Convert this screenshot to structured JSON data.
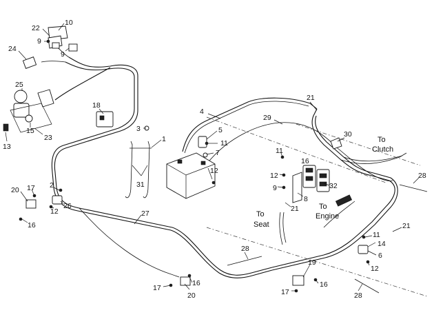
{
  "callouts": [
    {
      "text": "10"
    },
    {
      "text": "22"
    },
    {
      "text": "9"
    },
    {
      "text": "9"
    },
    {
      "text": "24"
    },
    {
      "text": "25"
    },
    {
      "text": "15"
    },
    {
      "text": "23"
    },
    {
      "text": "13"
    },
    {
      "text": "18"
    },
    {
      "text": "3"
    },
    {
      "text": "1"
    },
    {
      "text": "31"
    },
    {
      "text": "4"
    },
    {
      "text": "5"
    },
    {
      "text": "11"
    },
    {
      "text": "7"
    },
    {
      "text": "12"
    },
    {
      "text": "21"
    },
    {
      "text": "29"
    },
    {
      "text": "30"
    },
    {
      "text": "11"
    },
    {
      "text": "16"
    },
    {
      "text": "12"
    },
    {
      "text": "9"
    },
    {
      "text": "8"
    },
    {
      "text": "32"
    },
    {
      "text": "21"
    },
    {
      "text": "28"
    },
    {
      "text": "20"
    },
    {
      "text": "17"
    },
    {
      "text": "16"
    },
    {
      "text": "2"
    },
    {
      "text": "12"
    },
    {
      "text": "26"
    },
    {
      "text": "27"
    },
    {
      "text": "21"
    },
    {
      "text": "11"
    },
    {
      "text": "14"
    },
    {
      "text": "6"
    },
    {
      "text": "12"
    },
    {
      "text": "28"
    },
    {
      "text": "19"
    },
    {
      "text": "16"
    },
    {
      "text": "17"
    },
    {
      "text": "28"
    },
    {
      "text": "17"
    },
    {
      "text": "16"
    },
    {
      "text": "20"
    }
  ],
  "destinations": {
    "clutch_line1": "To",
    "clutch_line2": "Clutch",
    "engine_line1": "To",
    "engine_line2": "Engine",
    "seat_line1": "To",
    "seat_line2": "Seat"
  }
}
